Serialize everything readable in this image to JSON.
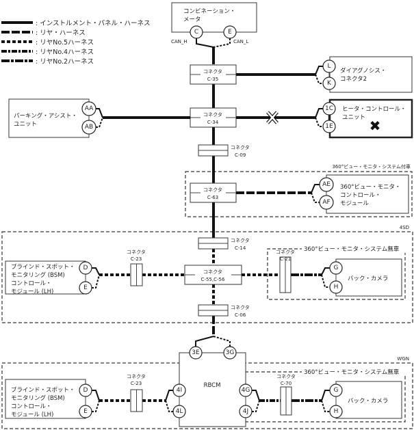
{
  "legend": [
    {
      "style": "solid",
      "label": ": インストルメント・パネル・ハーネス"
    },
    {
      "style": "long-dash",
      "label": ": リヤ・ハーネス"
    },
    {
      "style": "short-dash",
      "label": ": リヤNo.5ハーネス"
    },
    {
      "style": "dash-dot",
      "label": ": リヤNo.4ハーネス"
    },
    {
      "style": "dash-dot-long",
      "label": ": リヤNo.2ハーネス"
    }
  ],
  "components": {
    "meter": {
      "line1": "コンビネーション・",
      "line2": "メータ",
      "pins": [
        "C",
        "E"
      ],
      "can_h": "CAN_H",
      "can_l": "CAN_L"
    },
    "diag": {
      "line1": "ダイアグノシス・",
      "line2": "コネクタ2",
      "pins": [
        "L",
        "K"
      ]
    },
    "heater": {
      "line1": "ヒータ・コントロール・",
      "line2": "ユニット",
      "pins": [
        "1C",
        "1E"
      ],
      "mark": "✖"
    },
    "parking": {
      "line1": "パーキング・アシスト・",
      "line2": "ユニット",
      "pins": [
        "AA",
        "AB"
      ]
    },
    "avm": {
      "line1": "360°ビュー・モニタ・",
      "line2": "コントロール・",
      "line3": "モジュール",
      "pins": [
        "AE",
        "AF"
      ]
    },
    "bsm": {
      "line1": "ブラインド・スポット・",
      "line2": "モニタリング (BSM)",
      "line3": "コントロール・",
      "line4": "モジュール (LH)",
      "pins": [
        "D",
        "E"
      ]
    },
    "camera": {
      "label": "バック・カメラ",
      "pins": [
        "G",
        "H"
      ]
    },
    "rbcm": {
      "label": "RBCM",
      "pins": [
        "3E",
        "3G",
        "4I",
        "4L",
        "4G",
        "4J"
      ]
    }
  },
  "connectors": {
    "word": "コネクタ",
    "c35": "C-35",
    "c34": "C-34",
    "c09": "C-09",
    "c63": "C-63",
    "c14": "C-14",
    "c5556": "C-55,C-56",
    "c06": "C-06",
    "c23": "C-23",
    "c21": "C-21",
    "c70": "C-70"
  },
  "frames": {
    "avm_equipped": "360°ビュー・モニタ・システム付車",
    "sd4": "4SD",
    "avm_none": "360°ビュー・モニタ・システム無車",
    "wgn": "WGN"
  }
}
